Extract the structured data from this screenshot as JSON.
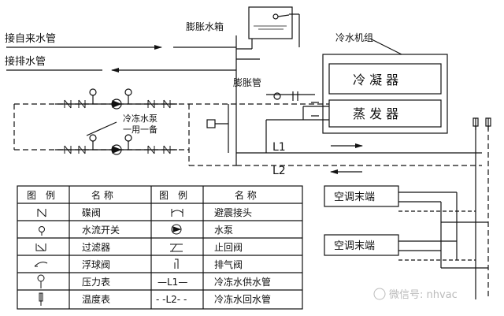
{
  "labels": {
    "tap_water": "接自来水管",
    "drain": "接排水管",
    "expansion_tank": "膨胀水箱",
    "expansion_pipe": "膨胀管",
    "chiller_unit": "冷水机组",
    "condenser": "冷 凝 器",
    "evaporator": "蒸 发 器",
    "pump_note_1": "冷冻水泵",
    "pump_note_2": "一用一备",
    "l1": "L1",
    "l2": "L2",
    "terminal_1": "空调末端",
    "terminal_2": "空调末端"
  },
  "legend": {
    "headers": [
      "图　例",
      "名 称",
      "图　例",
      "名 称"
    ],
    "rows": [
      {
        "sym1": "butterfly",
        "name1": "碟阀",
        "sym2": "shock",
        "name2": "避震接头"
      },
      {
        "sym1": "flowswitch",
        "name1": "水流开关",
        "sym2": "pump",
        "name2": "水泵"
      },
      {
        "sym1": "strainer",
        "name1": "过滤器",
        "sym2": "check",
        "name2": "止回阀"
      },
      {
        "sym1": "float",
        "name1": "浮球阀",
        "sym2": "vent",
        "name2": "排气阀"
      },
      {
        "sym1": "gauge",
        "name1": "压力表",
        "sym2_text": "—L1—",
        "name2": "冷冻水供水管"
      },
      {
        "sym1": "thermo",
        "name1": "温度表",
        "sym2_text": "- -L2- -",
        "name2": "冷冻水回水管"
      }
    ]
  },
  "watermark": "微信号: nhvac"
}
